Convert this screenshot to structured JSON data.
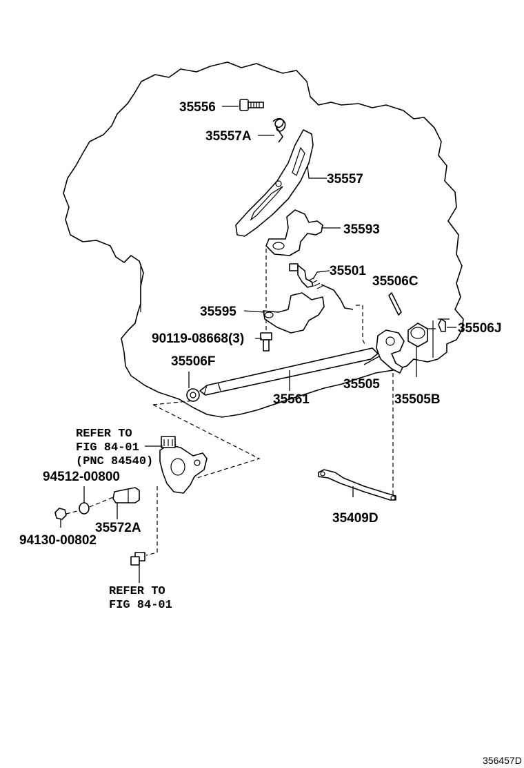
{
  "labels": {
    "p35556": "35556",
    "p35557A": "35557A",
    "p35557": "35557",
    "p35593": "35593",
    "p35501": "35501",
    "p35506C": "35506C",
    "p35595": "35595",
    "p35506J": "35506J",
    "p90119": "90119-08668(3)",
    "p35506F": "35506F",
    "p35505": "35505",
    "p35561": "35561",
    "p35505B": "35505B",
    "p94512": "94512-00800",
    "p35572A": "35572A",
    "p94130": "94130-00802",
    "p35409D": "35409D"
  },
  "references": {
    "ref1_line1": "REFER TO",
    "ref1_line2": "FIG 84-01",
    "ref1_line3": "(PNC 84540)",
    "ref2_line1": "REFER TO",
    "ref2_line2": "FIG 84-01"
  },
  "figure_code": "356457D"
}
